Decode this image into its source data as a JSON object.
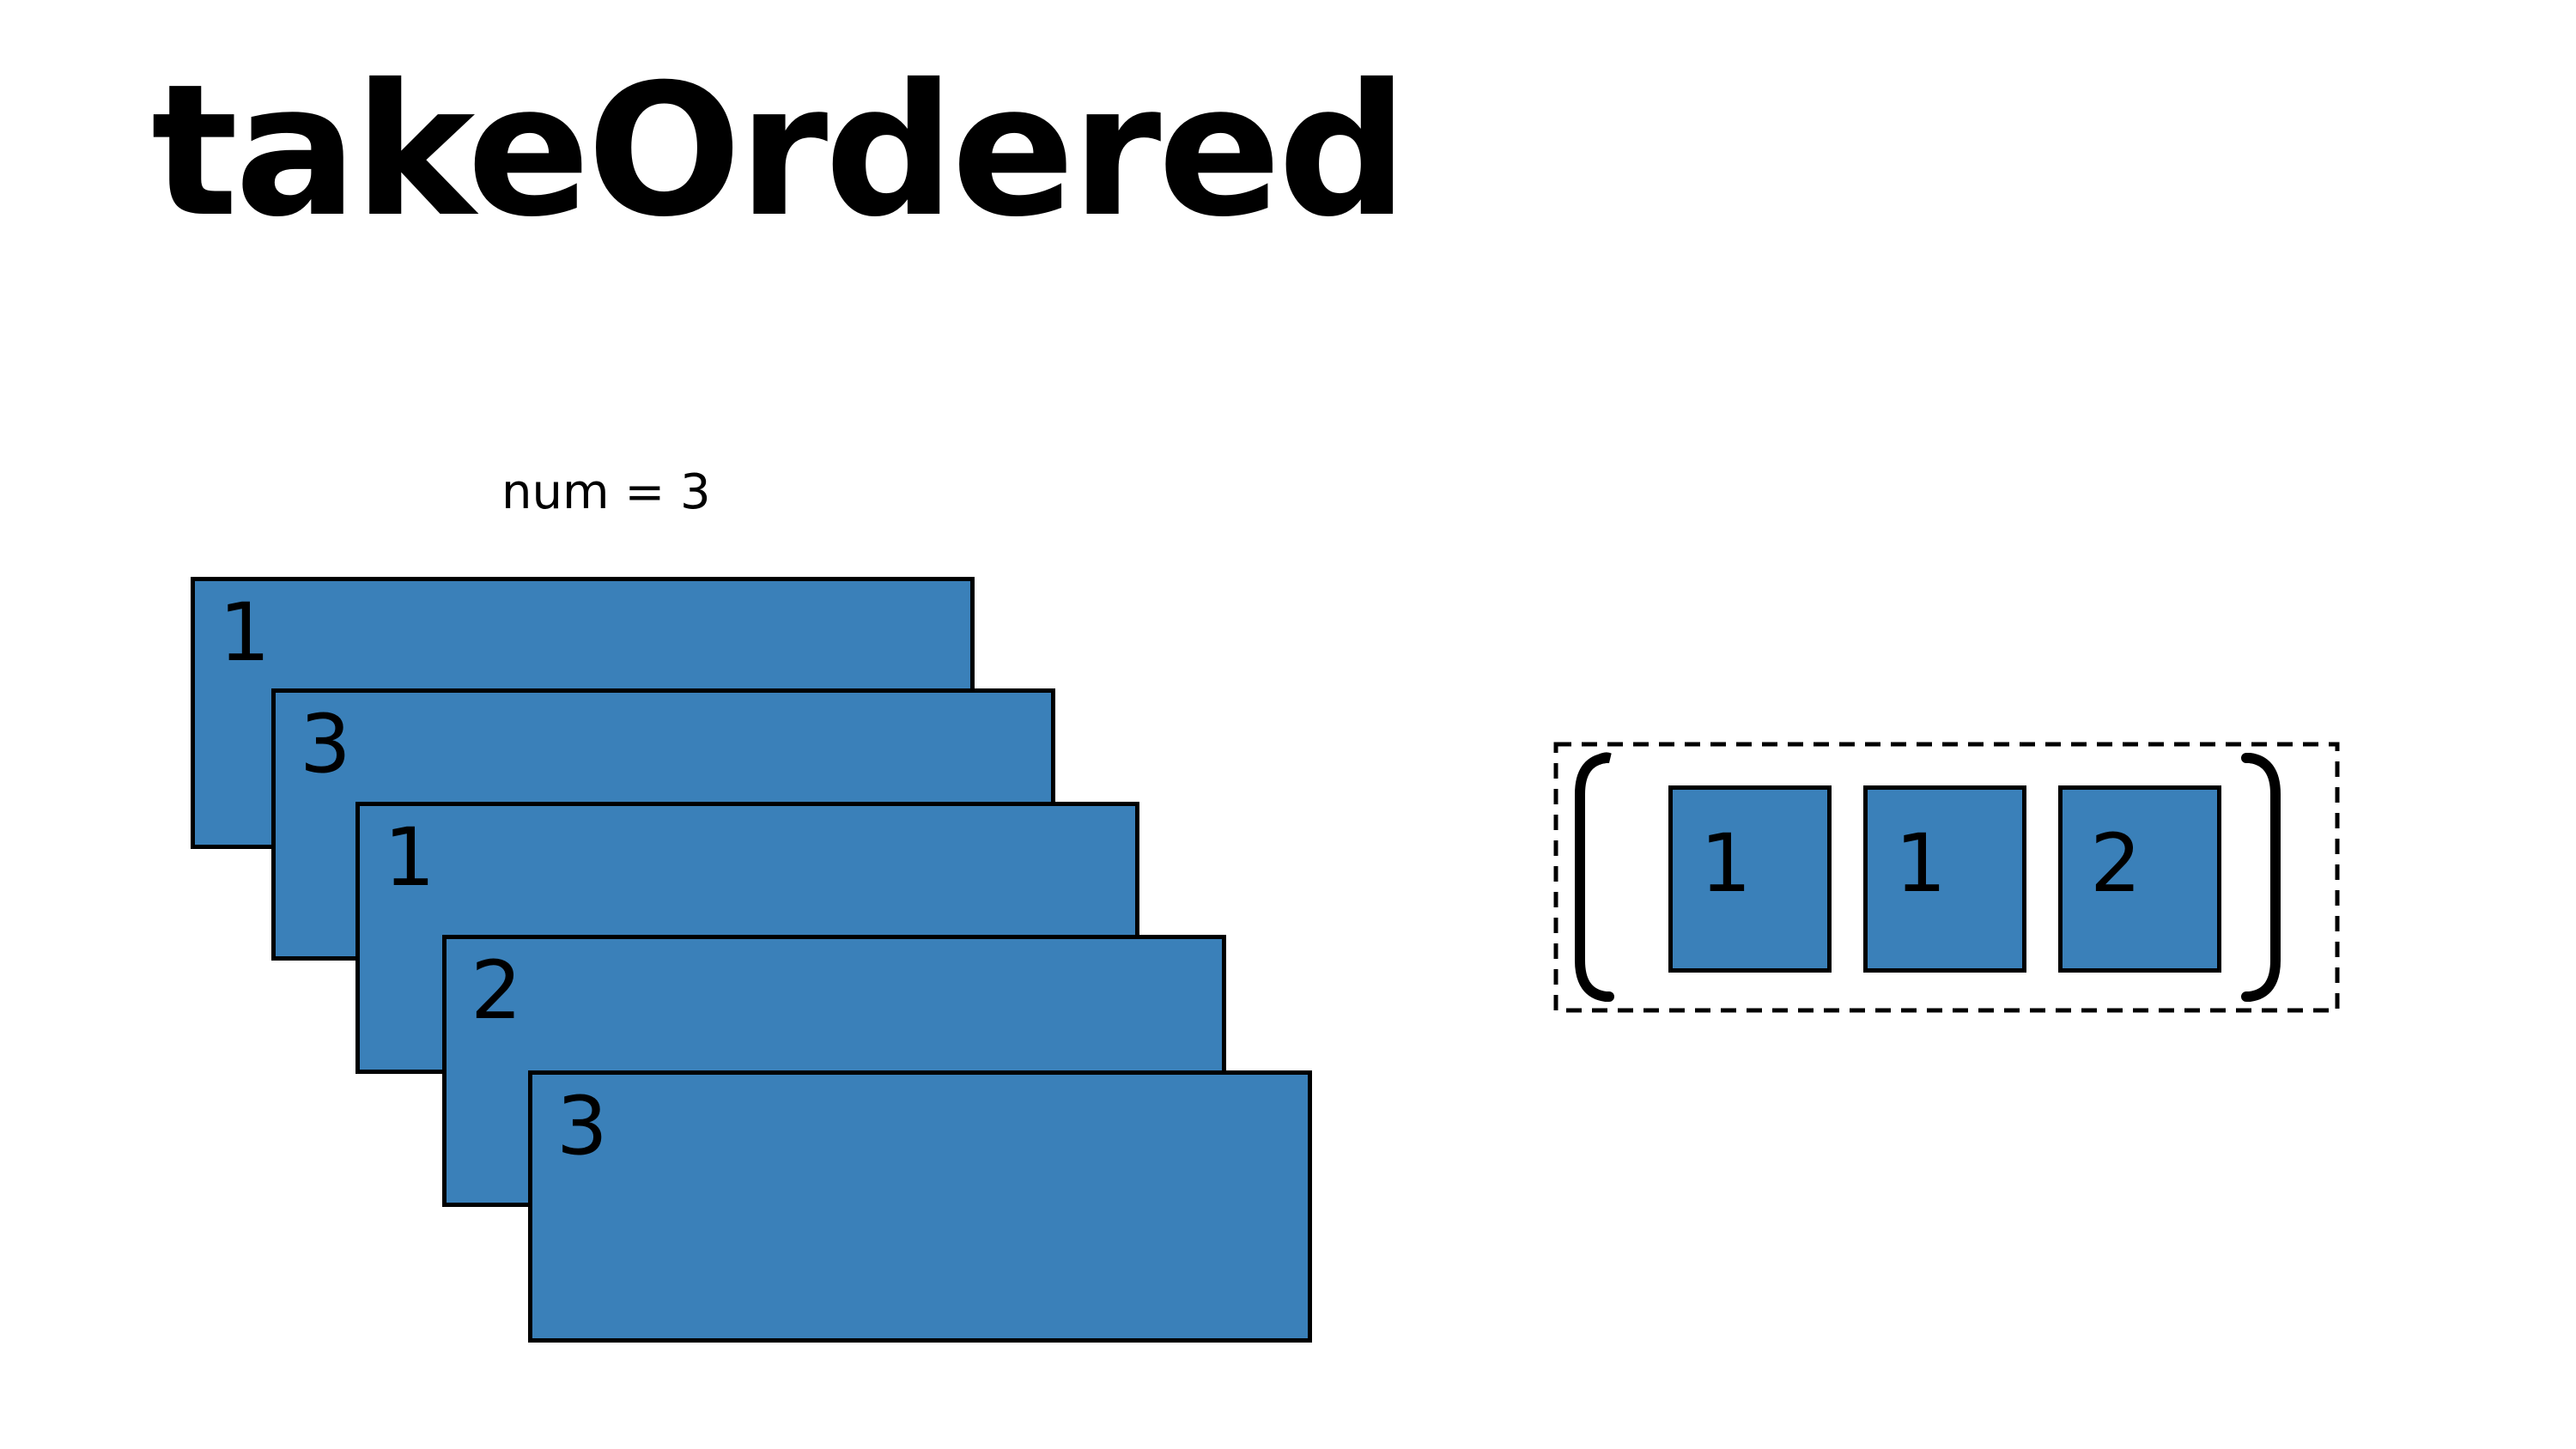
{
  "title": "takeOrdered",
  "parameter_label": "num = 3",
  "input_partitions": [
    {
      "value": "1"
    },
    {
      "value": "3"
    },
    {
      "value": "1"
    },
    {
      "value": "2"
    },
    {
      "value": "3"
    }
  ],
  "result_elements": [
    {
      "value": "1"
    },
    {
      "value": "1"
    },
    {
      "value": "2"
    }
  ],
  "colors": {
    "block_fill": "#3a80b9",
    "stroke": "#000000",
    "background": "#ffffff"
  }
}
